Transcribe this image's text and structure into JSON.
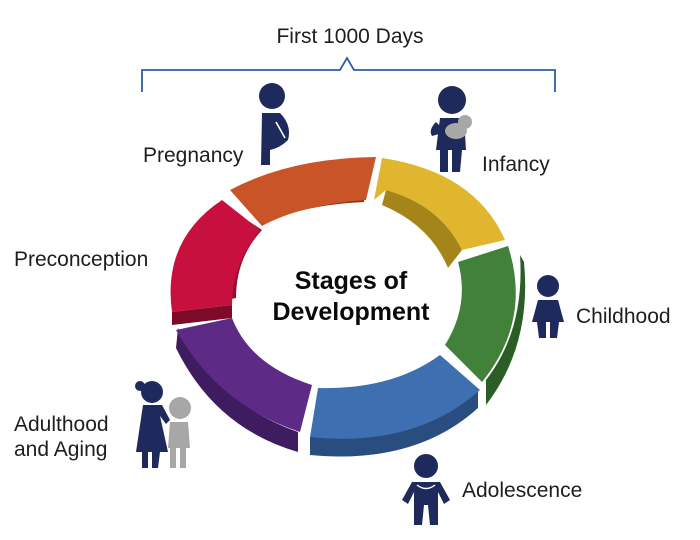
{
  "bracket_label": "First 1000 Days",
  "center_title_line1": "Stages of",
  "center_title_line2": "Development",
  "stages": [
    {
      "id": "preconception",
      "label": "Preconception",
      "color": "#c8103f"
    },
    {
      "id": "pregnancy",
      "label": "Pregnancy",
      "color": "#c95428"
    },
    {
      "id": "infancy",
      "label": "Infancy",
      "color": "#e0b62e"
    },
    {
      "id": "childhood",
      "label": "Childhood",
      "color": "#42813a"
    },
    {
      "id": "adolescence",
      "label": "Adolescence",
      "color": "#3e6fb0"
    },
    {
      "id": "adulthood",
      "label_line1": "Adulthood",
      "label_line2": "and Aging",
      "color": "#5d2a86"
    }
  ],
  "colors": {
    "bracket": "#2f5da4",
    "figure": "#1f2a5c",
    "figure_secondary": "#a7a7a7"
  }
}
